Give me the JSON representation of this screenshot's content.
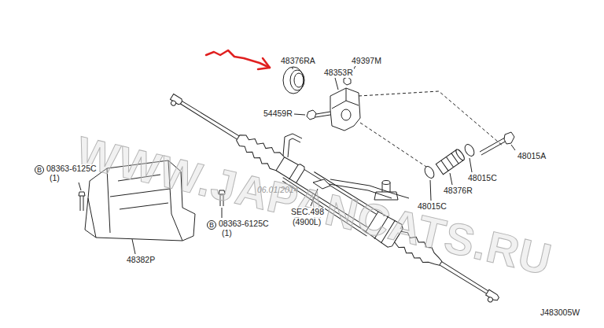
{
  "diagram": {
    "labels": [
      "48376RA",
      "49397M",
      "48353R",
      "54459R",
      "B",
      "08363-6125C",
      "(1)",
      "48015A",
      "48015C",
      "48376R",
      "48015C",
      "SEC.498",
      "(4900L)",
      "06.01.2014",
      "B",
      "08363-6125C",
      "(1)",
      "48382P",
      "WWW.JAPANCATS.RU",
      "J483005W"
    ]
  }
}
